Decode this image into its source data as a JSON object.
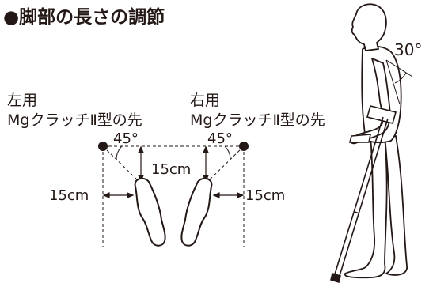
{
  "title": "●脚部の長さの調節",
  "left_tip": {
    "line1": "左用",
    "line2": "MgクラッチⅡ型の先"
  },
  "right_tip": {
    "line1": "右用",
    "line2": "MgクラッチⅡ型の先"
  },
  "angle_left": "45°",
  "angle_right": "45°",
  "distance_front": "15cm",
  "distance_left": "15cm",
  "distance_right": "15cm",
  "arm_angle": "30°",
  "colors": {
    "ink": "#231815",
    "background": "#ffffff"
  },
  "icons": [
    "left-foot-icon",
    "right-foot-icon",
    "standing-person-icon",
    "crutch-icon",
    "crutch-tip-dot-icon"
  ]
}
